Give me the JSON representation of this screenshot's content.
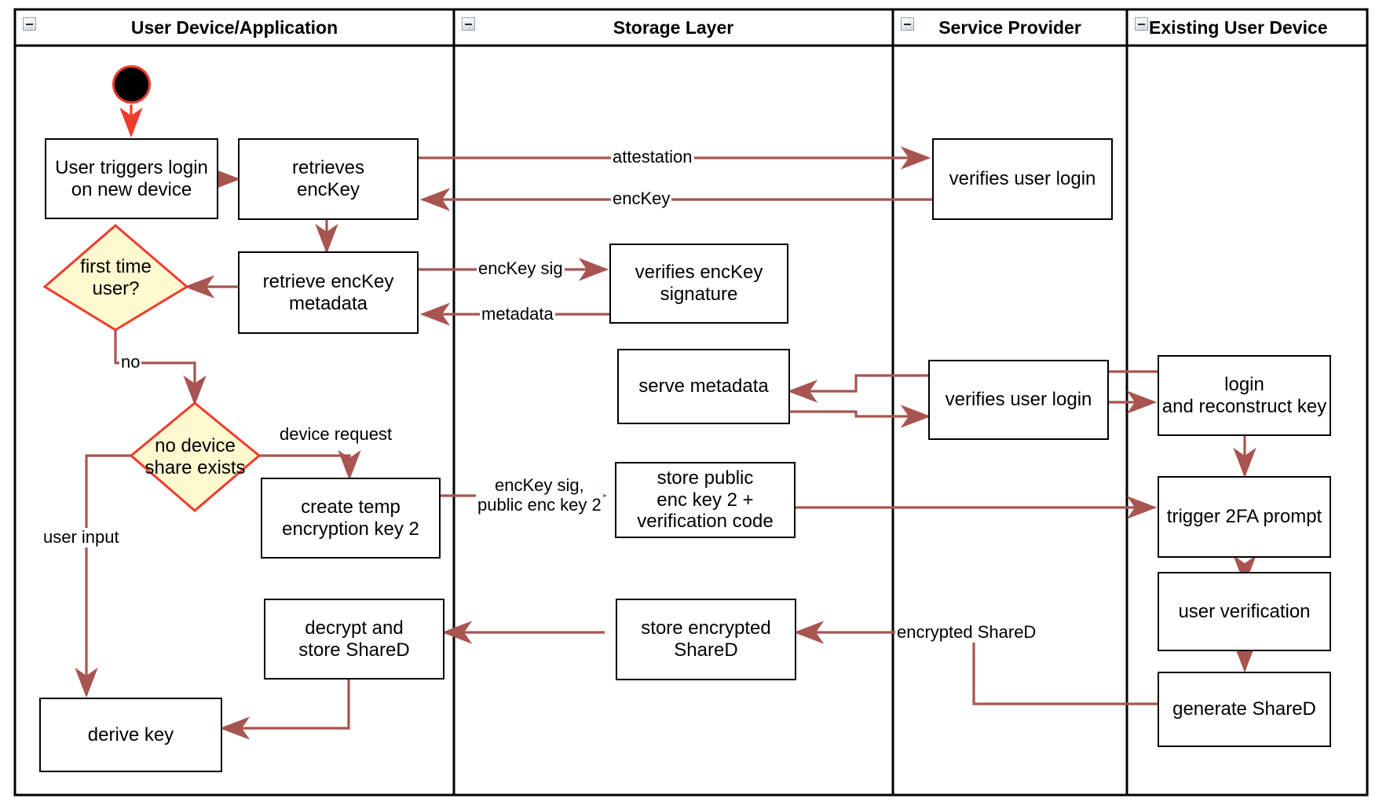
{
  "diagram": {
    "title": "Key recovery / device onboarding activity diagram",
    "accent_red": "#ef3b2c",
    "arrow_color": "#a85450",
    "decision_fill": "#fff9d0",
    "border_color": "#000000"
  },
  "lanes": [
    {
      "id": "user-device",
      "label": "User Device/Application",
      "collapse_icon": "minus-icon"
    },
    {
      "id": "storage-layer",
      "label": "Storage Layer",
      "collapse_icon": "minus-icon"
    },
    {
      "id": "service-provider",
      "label": "Service Provider",
      "collapse_icon": "minus-icon"
    },
    {
      "id": "existing-user-device",
      "label": "Existing User Device",
      "collapse_icon": "minus-icon"
    }
  ],
  "nodes": {
    "start": {
      "type": "start",
      "label": ""
    },
    "user_triggers_login": {
      "label": "User triggers login\non new device",
      "lane": "user-device"
    },
    "retrieves_enckey": {
      "label": "retrieves\nencKey",
      "lane": "user-device"
    },
    "retrieve_enckey_metadata": {
      "label": "retrieve encKey\nmetadata",
      "lane": "user-device"
    },
    "first_time_user": {
      "label": "first time\nuser?",
      "lane": "user-device",
      "type": "decision"
    },
    "no_device_share_exists": {
      "label": "no device\nshare exists",
      "lane": "user-device",
      "type": "decision"
    },
    "create_temp_key": {
      "label": "create temp\nencryption key 2",
      "lane": "user-device"
    },
    "decrypt_store_shared": {
      "label": "decrypt and\nstore ShareD",
      "lane": "user-device"
    },
    "derive_key": {
      "label": "derive key",
      "lane": "user-device"
    },
    "verifies_enckey_signature": {
      "label": "verifies encKey\nsignature",
      "lane": "storage-layer"
    },
    "serve_metadata": {
      "label": "serve metadata",
      "lane": "storage-layer"
    },
    "store_public_key": {
      "label": "store public\nenc key 2 +\nverification code",
      "lane": "storage-layer"
    },
    "store_encrypted_shared": {
      "label": "store encrypted\nShareD",
      "lane": "storage-layer"
    },
    "verifies_user_login_1": {
      "label": "verifies user login",
      "lane": "service-provider"
    },
    "verifies_user_login_2": {
      "label": "verifies user login",
      "lane": "service-provider"
    },
    "login_reconstruct_key": {
      "label": "login\nand reconstruct key",
      "lane": "existing-user-device"
    },
    "trigger_2fa": {
      "label": "trigger 2FA prompt",
      "lane": "existing-user-device"
    },
    "user_verification": {
      "label": "user verification",
      "lane": "existing-user-device"
    },
    "generate_shared": {
      "label": "generate ShareD",
      "lane": "existing-user-device"
    }
  },
  "edge_labels": {
    "attestation": "attestation",
    "enckey": "encKey",
    "enckey_sig": "encKey sig",
    "metadata": "metadata",
    "no": "no",
    "device_request": "device request",
    "enckey_sig_pubkey2": "encKey sig,\npublic enc key 2",
    "user_input": "user input",
    "encrypted_shared": "encrypted ShareD"
  }
}
